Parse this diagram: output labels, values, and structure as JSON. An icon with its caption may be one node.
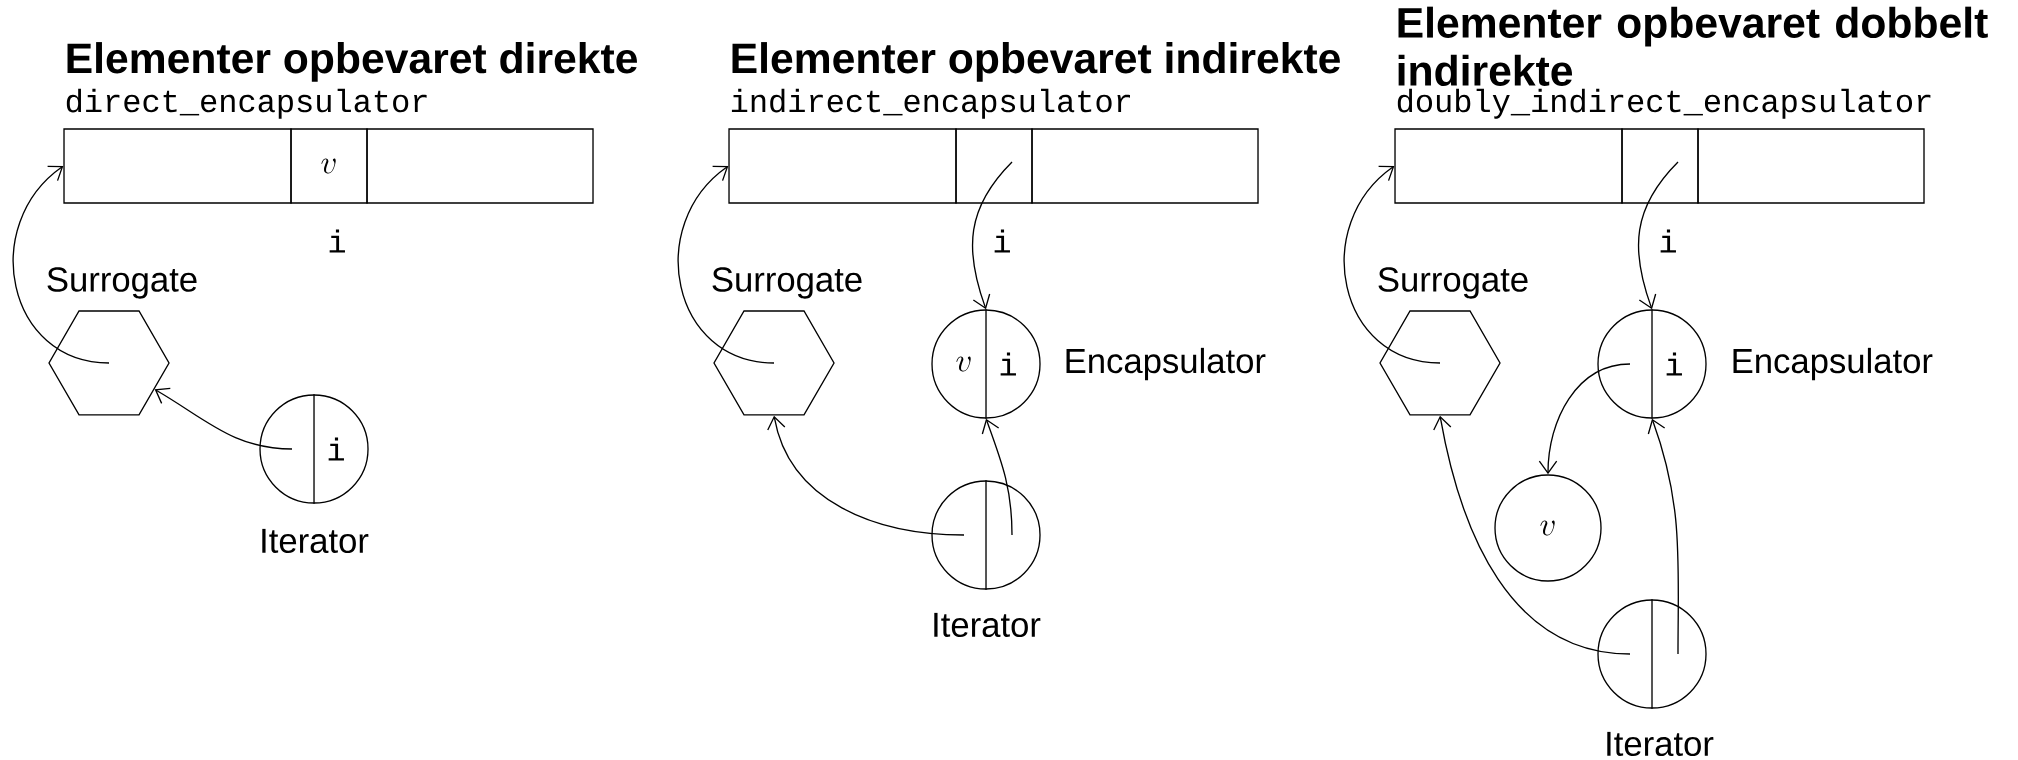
{
  "diagram": {
    "nodes": [
      {
        "text": [],
        "shape": "box"
      },
      {
        "text": [
          "v"
        ],
        "beside": [
          "i"
        ]
      },
      {
        "text": [],
        "shape": "box"
      },
      {
        "text": [],
        "shape": "hexagon",
        "beside": [
          "Surrogate"
        ]
      },
      {
        "text": [
          "i"
        ],
        "beside": [
          "Iterator"
        ]
      },
      {
        "text": [],
        "shape": "box"
      },
      {
        "text": [],
        "shape": "box",
        "beside": [
          "i"
        ]
      },
      {
        "text": [],
        "shape": "box"
      },
      {
        "text": [],
        "shape": "hexagon",
        "beside": [
          "Surrogate"
        ]
      },
      {
        "text": [
          "v",
          "i"
        ],
        "beside": [
          "Encapsulator"
        ]
      },
      {
        "text": [],
        "shape": "circle",
        "beside": [
          "Iterator"
        ]
      },
      {
        "text": [],
        "shape": "box"
      },
      {
        "text": [],
        "shape": "box",
        "beside": [
          "i"
        ]
      },
      {
        "text": [],
        "shape": "box"
      },
      {
        "text": [],
        "shape": "hexagon",
        "beside": [
          "Surrogate"
        ]
      },
      {
        "text": [
          "i"
        ],
        "beside": [
          "Encapsulator"
        ]
      },
      {
        "text": [
          "v"
        ]
      },
      {
        "text": [],
        "shape": "circle",
        "beside": [
          "Iterator"
        ]
      }
    ],
    "edges": [
      {
        "from": 3,
        "to": 0,
        "arrow": "to"
      },
      {
        "from": 4,
        "to": 3,
        "arrow": "to"
      },
      {
        "from": 8,
        "to": 5,
        "arrow": "to"
      },
      {
        "from": 6,
        "to": 9,
        "arrow": "to"
      },
      {
        "from": 10,
        "to": 8,
        "arrow": "to"
      },
      {
        "from": 10,
        "to": 9,
        "arrow": "to"
      },
      {
        "from": 14,
        "to": 11,
        "arrow": "to"
      },
      {
        "from": 12,
        "to": 15,
        "arrow": "to"
      },
      {
        "from": 15,
        "to": 16,
        "arrow": "to"
      },
      {
        "from": 17,
        "to": 14,
        "arrow": "to"
      },
      {
        "from": 17,
        "to": 15,
        "arrow": "to"
      }
    ],
    "labels": [
      "Elementer opbevaret direkte",
      "direct_encapsulator",
      "Elementer opbevaret indirekte",
      "indirect_encapsulator",
      "Elementer opbevaret dobbelt indirekte",
      "doubly_indirect_encapsulator"
    ]
  }
}
